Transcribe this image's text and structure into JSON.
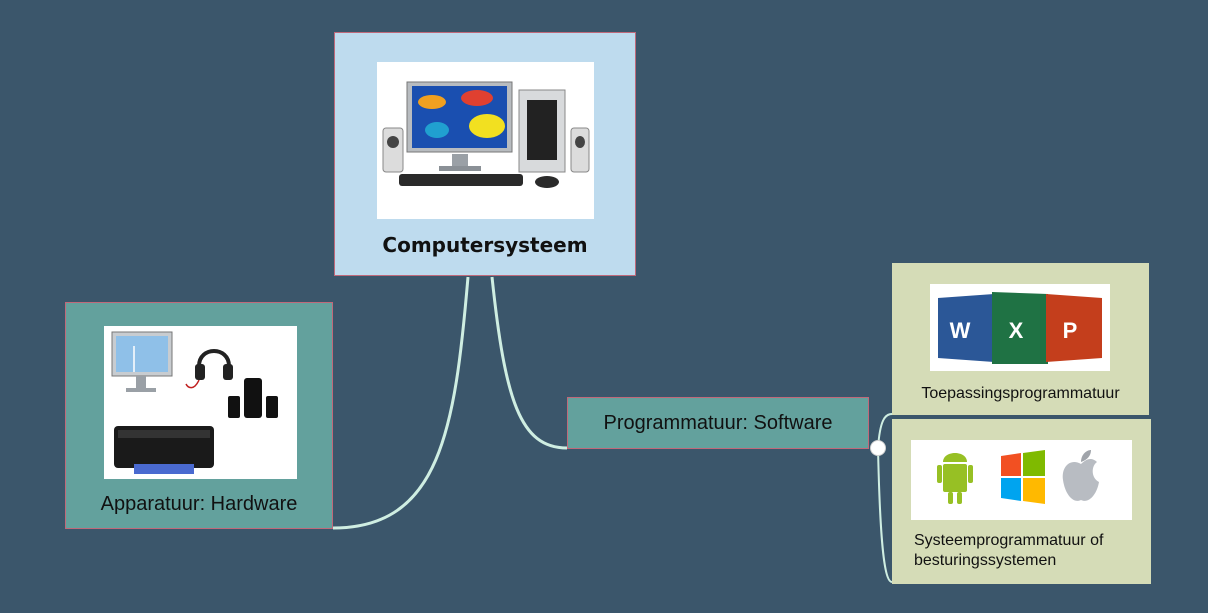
{
  "nodes": {
    "central": {
      "label": "Computersysteem",
      "image": "desktop-computer-with-speakers"
    },
    "hardware": {
      "label": "Apparatuur: Hardware",
      "image": "hardware-devices-monitor-headphones-printer-speakers"
    },
    "software": {
      "label": "Programmatuur: Software"
    },
    "toepassing": {
      "label": "Toepassingsprogrammatuur",
      "image": "office-apps-word-excel-powerpoint",
      "icons": [
        "W",
        "X",
        "P"
      ]
    },
    "systeem": {
      "label_line1": "Systeemprogrammatuur of",
      "label_line2": "besturingssystemen",
      "image": "android-windows-apple-logos"
    }
  },
  "colors": {
    "background": "#3b566b",
    "central_fill": "#bedbee",
    "topic_fill": "#63a19d",
    "subtopic_fill": "#d5dcb7",
    "connector": "#cfeee2",
    "border": "#c0697a",
    "word": "#2b5797",
    "excel": "#1f7244",
    "powerpoint": "#c43e1c",
    "android": "#97c024"
  }
}
